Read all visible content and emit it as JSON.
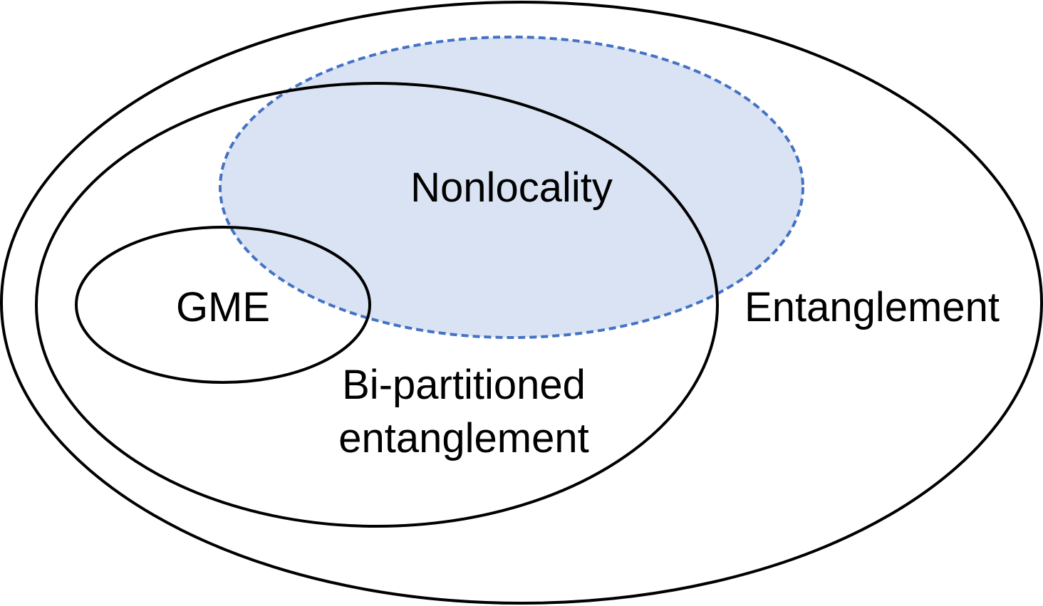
{
  "diagram": {
    "type": "venn-nested-sets",
    "sets": {
      "entanglement": {
        "label": "Entanglement"
      },
      "bipartitioned": {
        "label_line1": "Bi-partitioned",
        "label_line2": "entanglement"
      },
      "gme": {
        "label": "GME"
      },
      "nonlocality": {
        "label": "Nonlocality"
      }
    },
    "colors": {
      "outline": "#000000",
      "nonlocality_fill": "#dae3f3",
      "nonlocality_stroke": "#4472c4",
      "background": "#ffffff"
    }
  }
}
